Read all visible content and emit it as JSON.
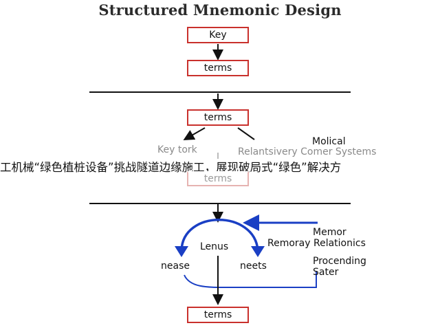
{
  "diagram": {
    "title": "Structured Mnemonic Design",
    "boxes": {
      "key": "Key",
      "terms_1": "terms",
      "terms_2": "terms",
      "terms_3": "terms",
      "terms_4": "terms"
    },
    "labels": {
      "key_tork": "Key tork",
      "relantsivery": "Relantsivery Comer Systems",
      "molical": "Molical",
      "lenus": "Lenus",
      "nease": "nease",
      "neets": "neets",
      "memor": "Memor",
      "remoray": "Remoray Relationics",
      "procending": "Procending",
      "sater": "Sater"
    },
    "colors": {
      "box_border": "#c9302c",
      "blue_arrow": "#1a3fc4",
      "line": "#111111"
    }
  },
  "overlay_banner": {
    "text": "工机械“绿色植桩设备”挑战隧道边缘施工，展现破局式“绿色”解决方"
  }
}
